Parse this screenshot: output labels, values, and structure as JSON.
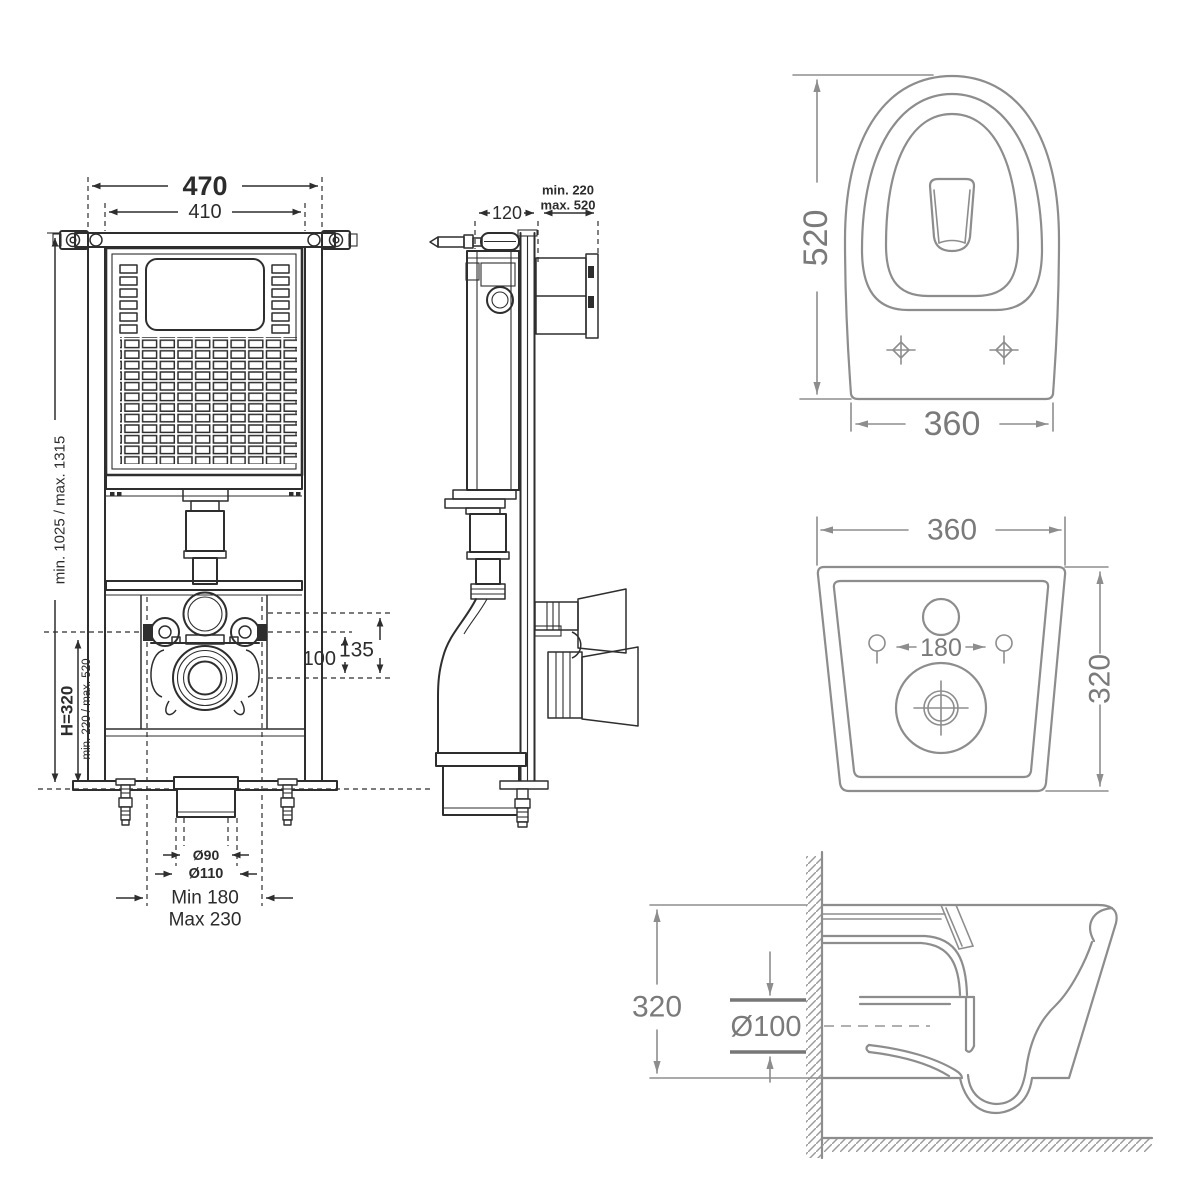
{
  "title": "Wall-hung toilet and concealed cistern frame installation drawing",
  "colors": {
    "background": "#ffffff",
    "frame_line": "#2e2e2e",
    "frame_text": "#2c2c2c",
    "fixture_line": "#8d8d8d",
    "fixture_text": "#7a7a7a"
  },
  "labels": {
    "front_width_outer": "470",
    "front_width_inner": "410",
    "front_height_range": "min. 1025 / max. 1315",
    "front_bolt_height": "H=320",
    "front_bottom_range": "min. 220 / max. 520",
    "front_dim_100": "100",
    "front_dim_135": "135",
    "front_outlet_d90": "Ø90",
    "front_outlet_d110": "Ø110",
    "front_offset_min": "Min 180",
    "front_offset_max": "Max 230",
    "side_depth": "120",
    "side_wall_min": "min. 220",
    "side_wall_max": "max. 520",
    "top_length": "520",
    "top_width": "360",
    "back_width": "360",
    "back_height": "320",
    "back_hole_spacing": "180",
    "section_height": "320",
    "section_outlet_diameter": "Ø100"
  }
}
